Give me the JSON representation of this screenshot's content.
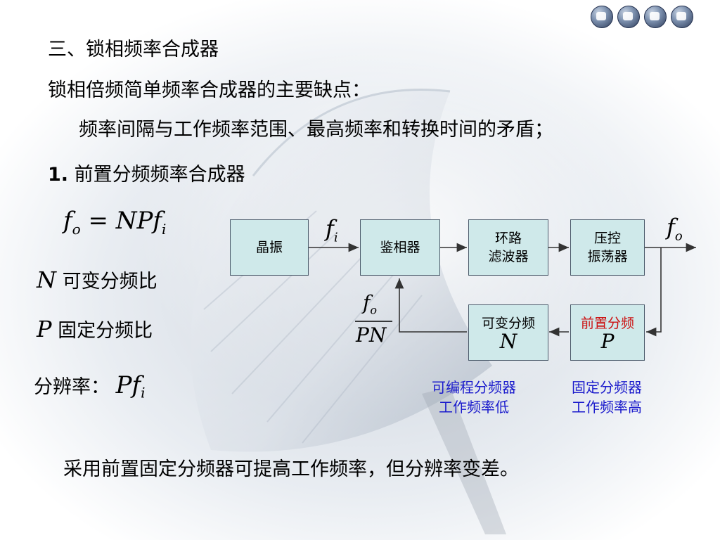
{
  "slide": {
    "title": "三、锁相频率合成器",
    "line1": "锁相倍频简单频率合成器的主要缺点：",
    "line2": "频率间隔与工作频率范围、最高频率和转换时间的矛盾；",
    "section_num": "1.",
    "section_title": "前置分频频率合成器",
    "formula": {
      "f": "f",
      "o": "o",
      "eq": "= NPf",
      "i": "i"
    },
    "n_symbol": "N",
    "n_desc": "可变分频比",
    "p_symbol": "P",
    "p_desc": "固定分频比",
    "resolution_label": "分辨率：",
    "resolution_expr": "Pf",
    "resolution_sub": "i",
    "conclusion": "采用前置固定分频器可提高工作频率，但分辨率变差。"
  },
  "diagram": {
    "blocks": {
      "crystal": "晶振",
      "phase_detector": "鉴相器",
      "loop_filter_1": "环路",
      "loop_filter_2": "滤波器",
      "vco_1": "压控",
      "vco_2": "振荡器",
      "var_div_1": "可变分频",
      "var_div_2": "N",
      "pre_div_1": "前置分频",
      "pre_div_2": "P"
    },
    "labels": {
      "fi_f": "f",
      "fi_i": "i",
      "fo_f": "f",
      "fo_o": "o",
      "frac_num_f": "f",
      "frac_num_o": "o",
      "frac_den": "PN"
    },
    "notes": {
      "prog_1": "可编程分频器",
      "prog_2": "工作频率低",
      "fixed_1": "固定分频器",
      "fixed_2": "工作频率高"
    }
  },
  "nav": {
    "buttons": [
      "back-icon",
      "home-icon",
      "end-icon",
      "forward-icon"
    ]
  },
  "colors": {
    "block_fill": "#cfe9ea",
    "note_blue": "#1a1acc",
    "pre_div_red": "#cc1111"
  }
}
